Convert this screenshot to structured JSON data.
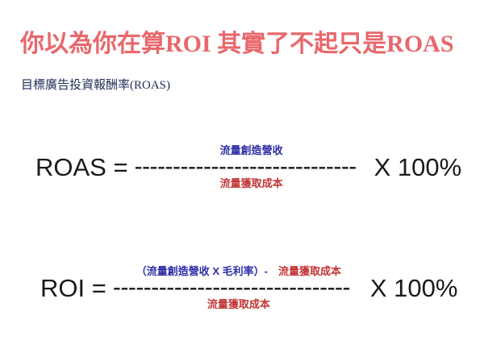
{
  "slide": {
    "background_color": "#ffffff",
    "title": "你以為你在算ROI 其實了不起只是ROAS",
    "title_color": "#e8686c",
    "subtitle": "目標廣告投資報酬率(ROAS)",
    "subtitle_color": "#1f2d57"
  },
  "colors": {
    "numerator_blue": "#2d2da8",
    "denominator_red": "#c33434",
    "formula_black": "#1a1a1a",
    "title_red": "#e8686c",
    "subtitle_navy": "#1f2d57"
  },
  "formulas": [
    {
      "id": "roas",
      "lhs": "ROAS =",
      "numerator": {
        "parts": [
          {
            "text": "流量創造營收",
            "color": "blue"
          }
        ]
      },
      "divider": "-----------------------------",
      "denominator": {
        "parts": [
          {
            "text": "流量獲取成本",
            "color": "red"
          }
        ]
      },
      "rhs": "X 100%"
    },
    {
      "id": "roi",
      "lhs": "ROI =",
      "numerator": {
        "parts": [
          {
            "text": "（流量創造營收 X 毛利率）-",
            "color": "blue"
          },
          {
            "text": "流量獲取成本",
            "color": "red"
          }
        ]
      },
      "divider": "-------------------------------",
      "denominator": {
        "parts": [
          {
            "text": "流量獲取成本",
            "color": "red"
          }
        ]
      },
      "rhs": "X 100%"
    }
  ]
}
